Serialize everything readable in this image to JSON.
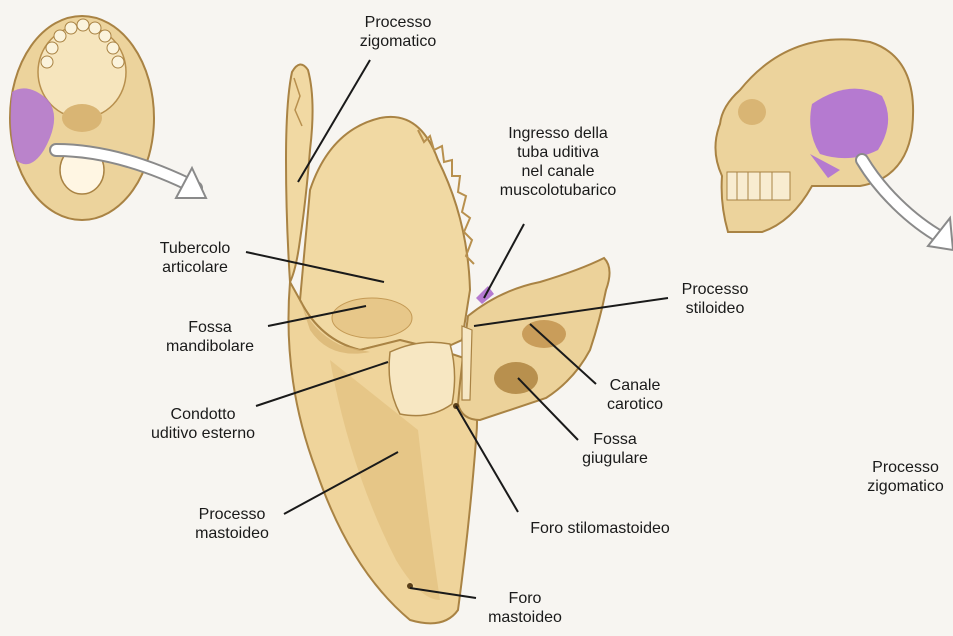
{
  "labels": {
    "processo_zigomatico": "Processo\nzigomatico",
    "ingresso_tuba": "Ingresso della\ntuba uditiva\nnel canale\nmuscolotubarico",
    "tubercolo_articolare": "Tubercolo\narticolare",
    "fossa_mandibolare": "Fossa\nmandibolare",
    "condotto_uditivo": "Condotto\nuditivo esterno",
    "processo_mastoideo": "Processo\nmastoideo",
    "processo_stiloideo": "Processo\nstiloideo",
    "canale_carotico": "Canale\ncarotico",
    "fossa_giugulare": "Fossa\ngiugulare",
    "foro_stilomastoideo": "Foro stilomastoideo",
    "foro_mastoideo": "Foro\nmastoideo",
    "processo_zigomatico_right": "Processo\nzigomatico"
  },
  "colors": {
    "bone": "#f1d9a3",
    "bone_shade": "#d9b574",
    "bone_dark": "#b8904e",
    "highlight": "#b57ad0",
    "leader": "#1a1a1a",
    "background": "#f7f5f1"
  }
}
